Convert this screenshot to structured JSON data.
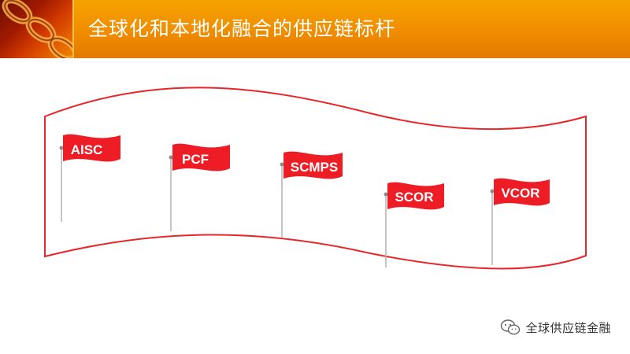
{
  "header": {
    "title": "全球化和本地化融合的供应链标杆",
    "icon": "chain-link-icon"
  },
  "flags": [
    {
      "label": "AISC"
    },
    {
      "label": "PCF"
    },
    {
      "label": "SCMPS"
    },
    {
      "label": "SCOR"
    },
    {
      "label": "VCOR"
    }
  ],
  "watermark": {
    "text": "全球供应链金融",
    "icon": "wechat-icon"
  },
  "colors": {
    "header_orange": "#f08c00",
    "flag_red": "#ee1c24",
    "banner_outline": "#e8262a",
    "pole_gray": "#b3b3b3"
  }
}
